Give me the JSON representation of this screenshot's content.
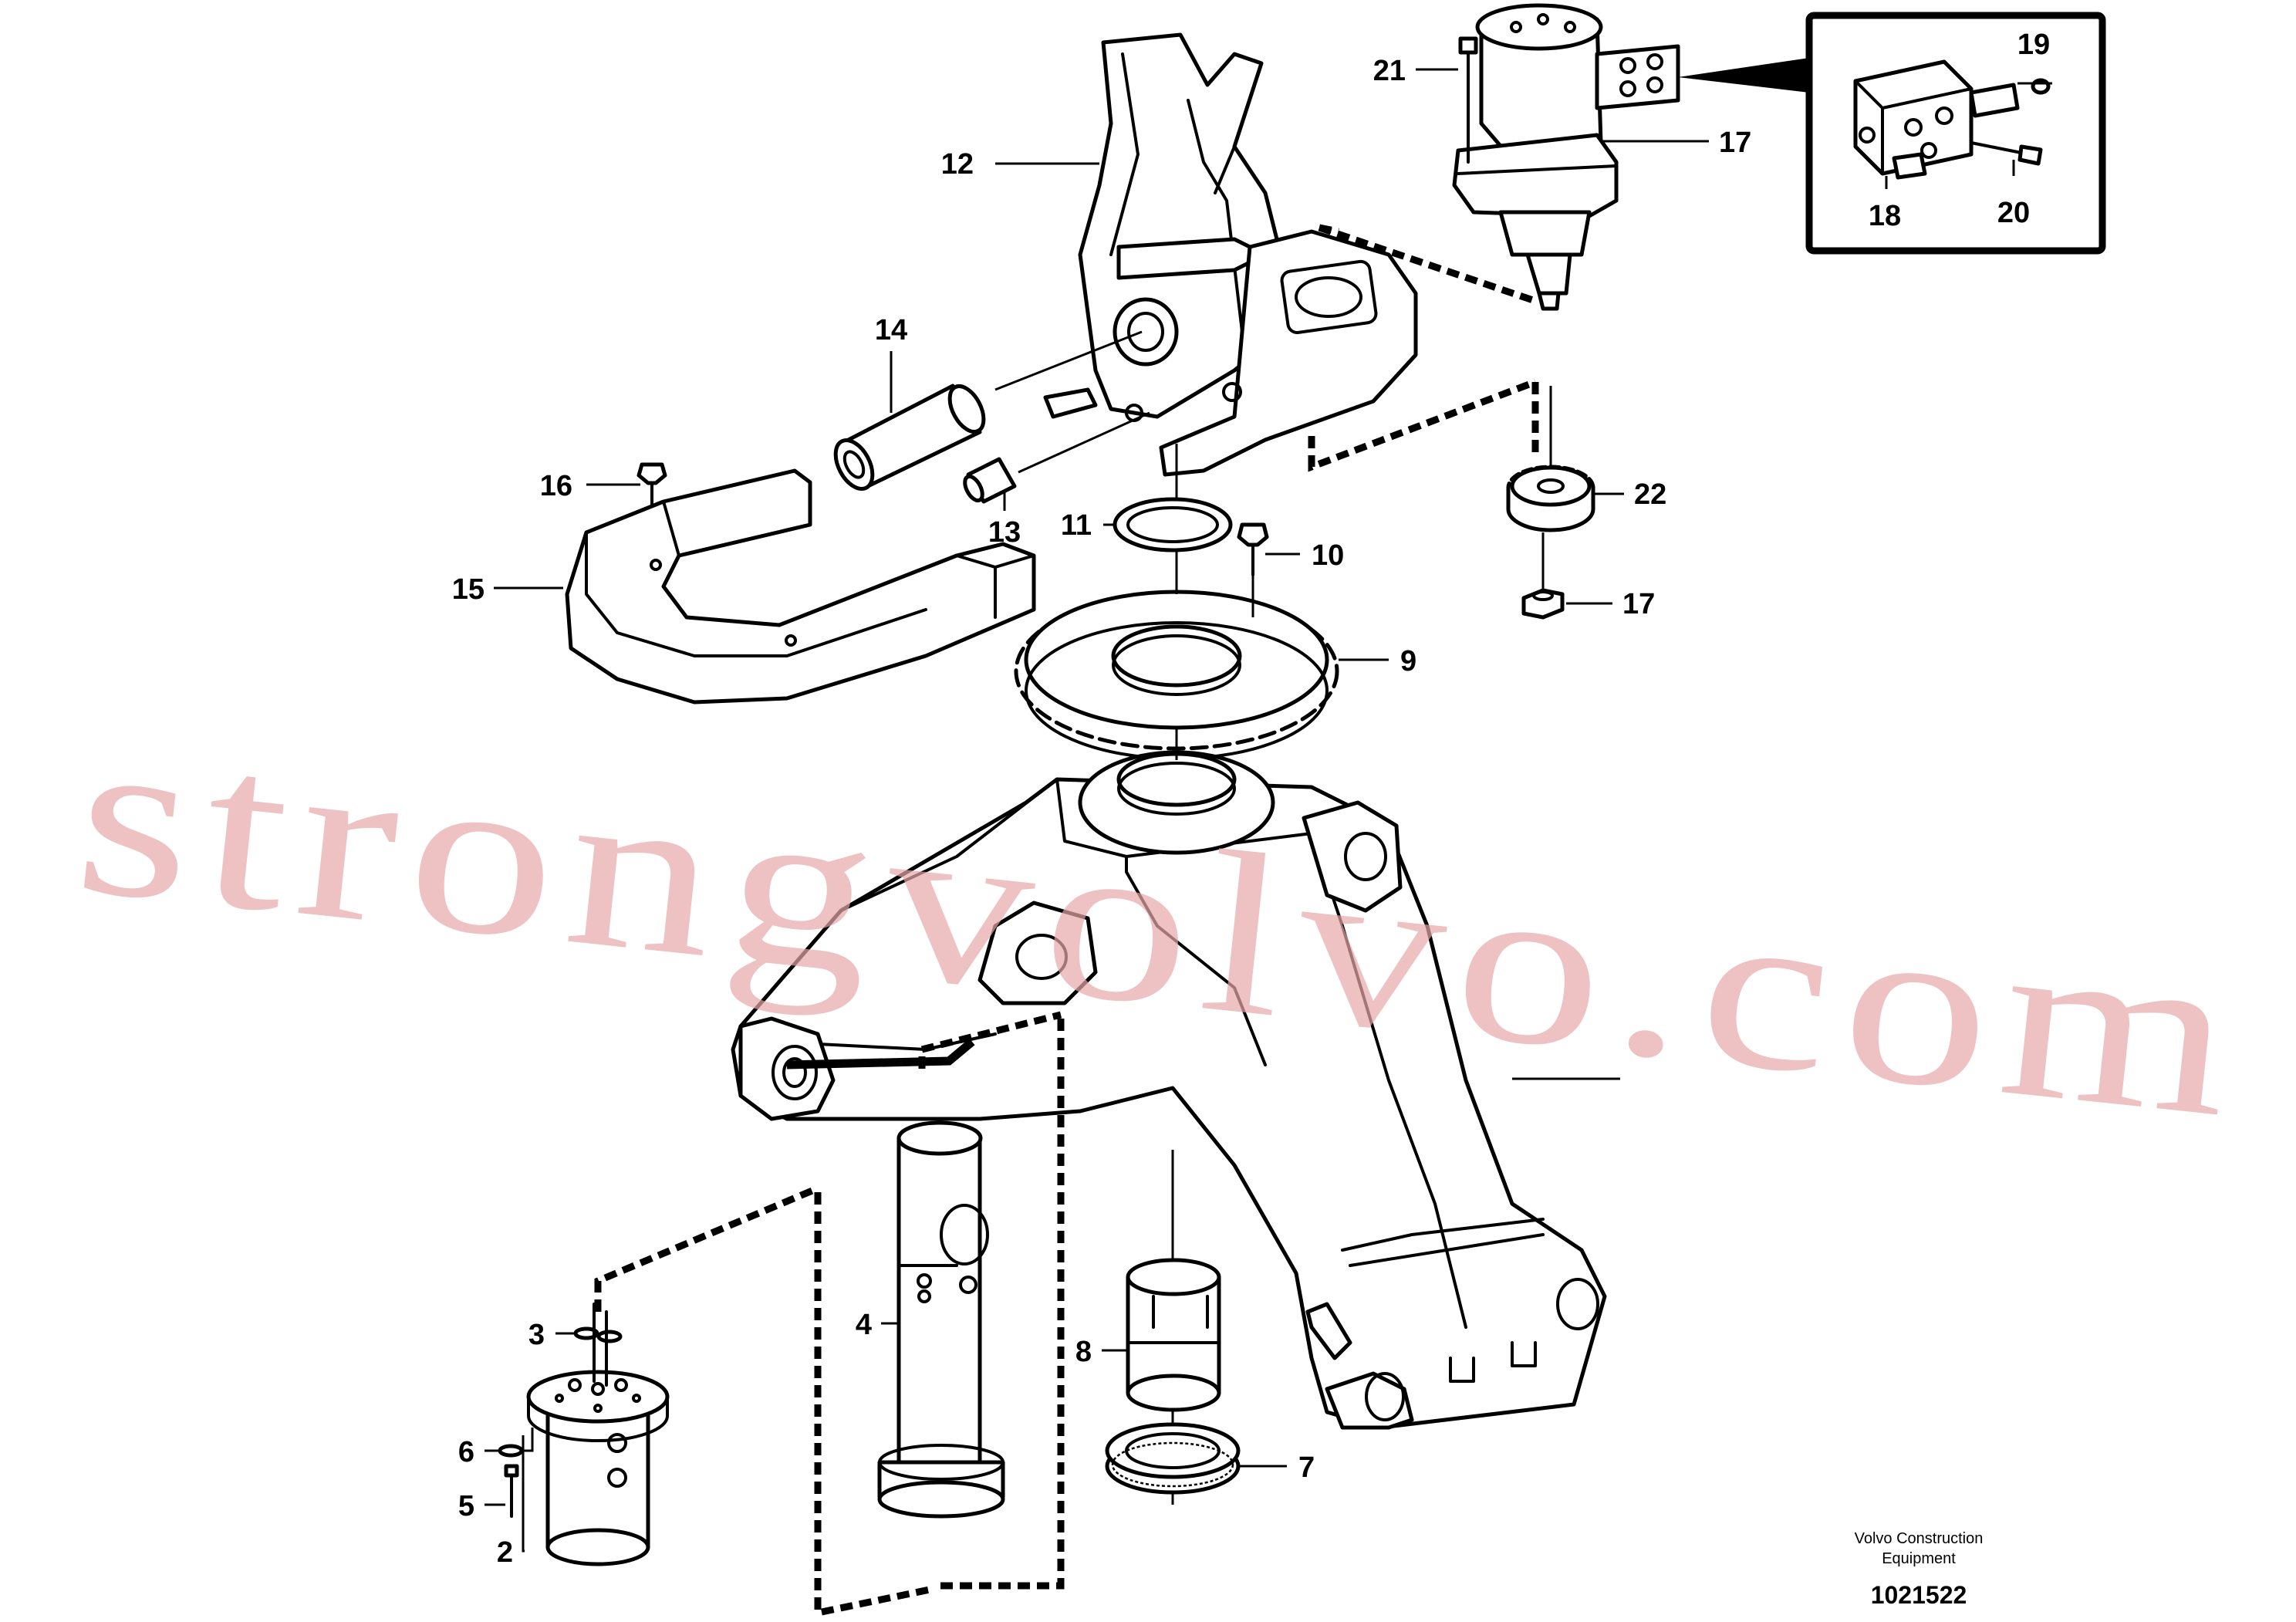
{
  "diagram": {
    "callouts": {
      "c2": "2",
      "c3": "3",
      "c4": "4",
      "c5": "5",
      "c6": "6",
      "c7": "7",
      "c8": "8",
      "c9": "9",
      "c10": "10",
      "c11": "11",
      "c12": "12",
      "c13": "13",
      "c14": "14",
      "c15": "15",
      "c16": "16",
      "c17_pump": "17",
      "c17_nut": "17",
      "c18": "18",
      "c19": "19",
      "c20": "20",
      "c21": "21",
      "c22": "22"
    },
    "credit_line1": "Volvo Construction",
    "credit_line2": "Equipment",
    "drawing_number": "1021522",
    "watermark": "strongvolvo.com"
  }
}
